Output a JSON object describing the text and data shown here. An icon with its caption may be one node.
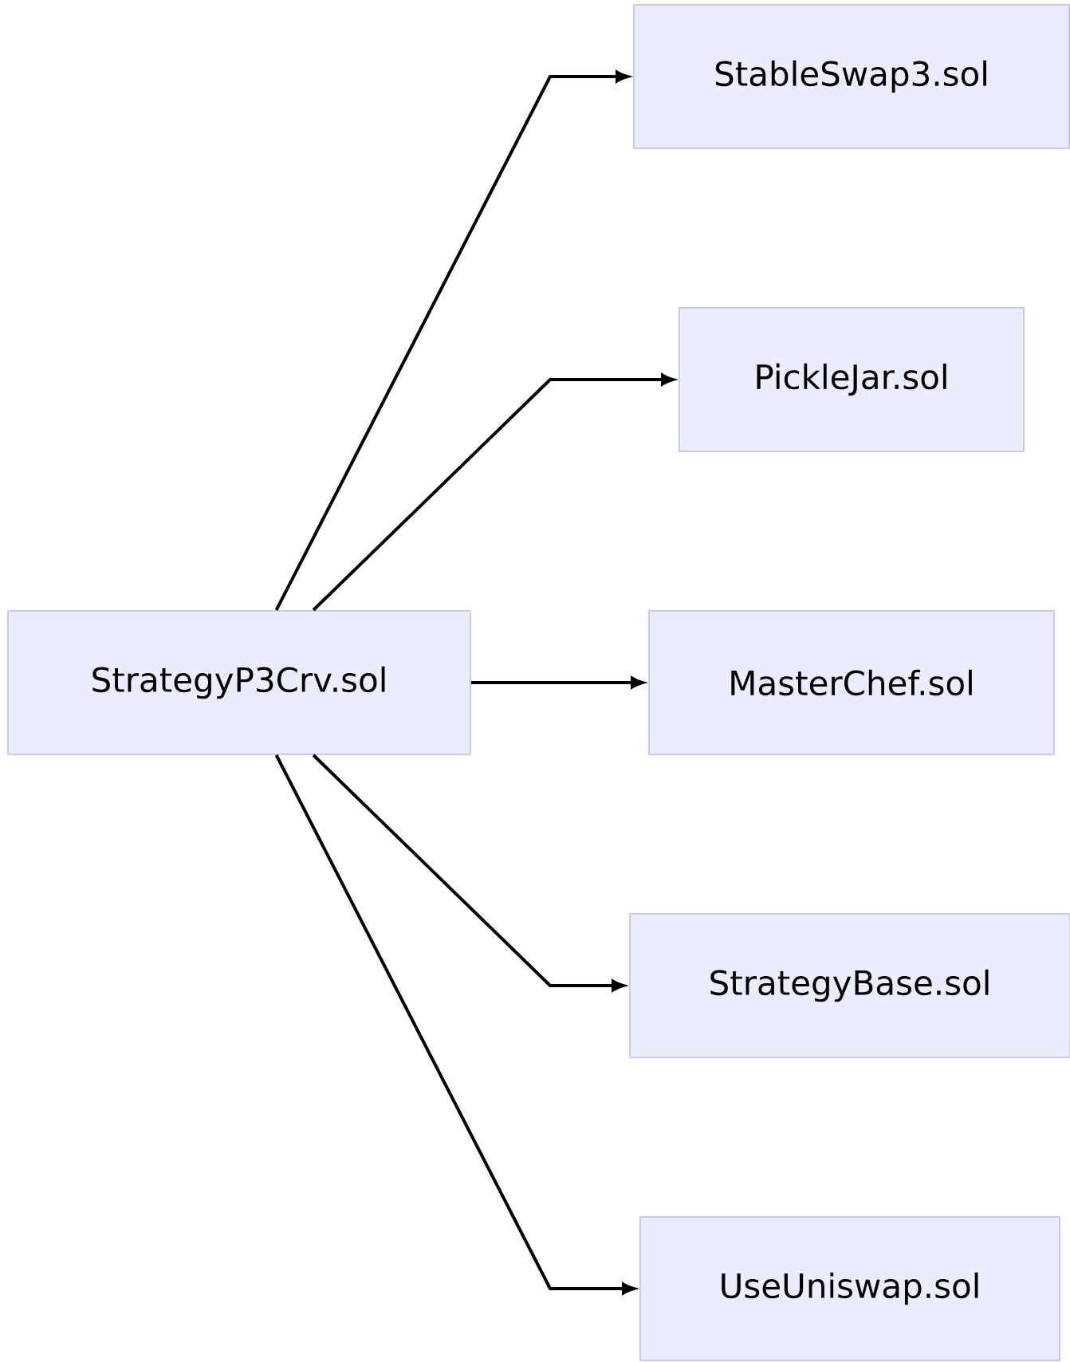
{
  "diagram": {
    "nodes": [
      {
        "text": [
          "StrategyP3Crv.sol"
        ]
      },
      {
        "text": [
          "StableSwap3.sol"
        ]
      },
      {
        "text": [
          "PickleJar.sol"
        ]
      },
      {
        "text": [
          "MasterChef.sol"
        ]
      },
      {
        "text": [
          "StrategyBase.sol"
        ]
      },
      {
        "text": [
          "UseUniswap.sol"
        ]
      }
    ],
    "edges": [
      {
        "from": 0,
        "to": 1,
        "arrow": "to"
      },
      {
        "from": 0,
        "to": 2,
        "arrow": "to"
      },
      {
        "from": 0,
        "to": 3,
        "arrow": "to"
      },
      {
        "from": 0,
        "to": 4,
        "arrow": "to"
      },
      {
        "from": 0,
        "to": 5,
        "arrow": "to"
      }
    ]
  }
}
